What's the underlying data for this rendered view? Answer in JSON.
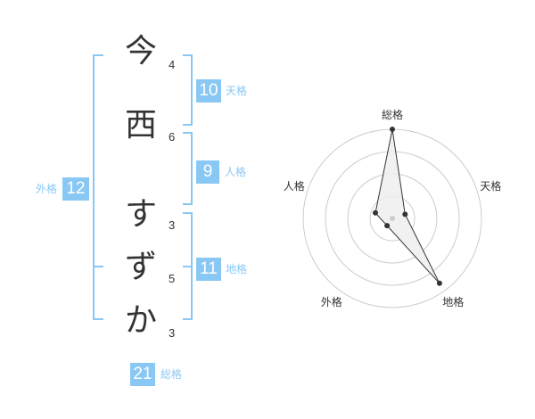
{
  "name_chars": [
    {
      "char": "今",
      "strokes": "4"
    },
    {
      "char": "西",
      "strokes": "6"
    },
    {
      "char": "す",
      "strokes": "3"
    },
    {
      "char": "ず",
      "strokes": "5"
    },
    {
      "char": "か",
      "strokes": "3"
    }
  ],
  "scores": {
    "tenkaku": {
      "value": "10",
      "label": "天格"
    },
    "jinkaku": {
      "value": "9",
      "label": "人格"
    },
    "chikaku": {
      "value": "11",
      "label": "地格"
    },
    "gaikaku": {
      "value": "12",
      "label": "外格"
    },
    "soukaku": {
      "value": "21",
      "label": "総格"
    }
  },
  "colors": {
    "accent": "#89c8f4",
    "text": "#333333",
    "grid": "#cccccc",
    "polygon_fill": "#eeeeee",
    "polygon_stroke": "#333333"
  },
  "chart_data": {
    "type": "radar",
    "axes": [
      "総格",
      "天格",
      "地格",
      "外格",
      "人格"
    ],
    "values": [
      4,
      0.6,
      3.6,
      0.4,
      0.8
    ],
    "max": 4,
    "rings": 4,
    "grid": true
  }
}
